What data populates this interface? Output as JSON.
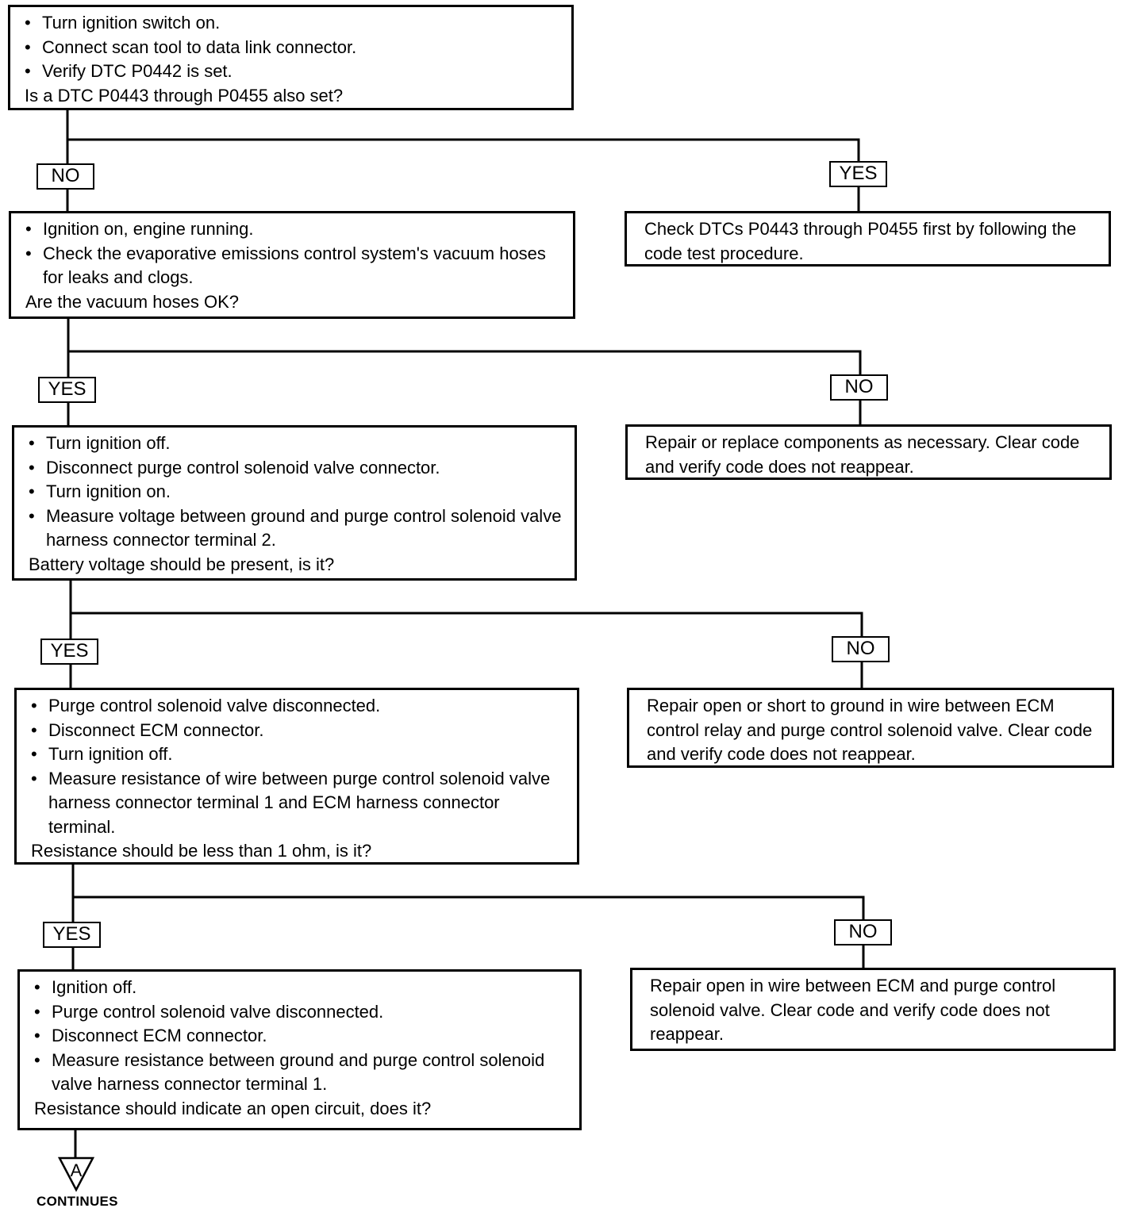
{
  "steps": [
    {
      "bullets": [
        "Turn ignition switch on.",
        "Connect scan tool to data link connector.",
        "Verify DTC P0442 is set."
      ],
      "question": "Is a DTC P0443 through P0455 also set?",
      "branches": {
        "left": "NO",
        "right": "YES"
      },
      "result": "Check DTCs P0443 through P0455 first by following the code test procedure."
    },
    {
      "bullets": [
        "Ignition on, engine running.",
        "Check the evaporative emissions control system's vacuum hoses for leaks and clogs."
      ],
      "question": "Are the vacuum hoses OK?",
      "branches": {
        "left": "YES",
        "right": "NO"
      },
      "result": "Repair or replace components as necessary. Clear code and verify code does not reappear."
    },
    {
      "bullets": [
        "Turn ignition off.",
        "Disconnect purge control solenoid valve connector.",
        "Turn ignition on.",
        "Measure voltage between ground and purge control solenoid valve harness connector terminal 2."
      ],
      "question": "Battery voltage should be present, is it?",
      "branches": {
        "left": "YES",
        "right": "NO"
      },
      "result": "Repair open or short to ground in wire between ECM control relay and purge control solenoid valve. Clear code and verify code does not reappear."
    },
    {
      "bullets": [
        "Purge control solenoid valve disconnected.",
        "Disconnect ECM connector.",
        "Turn ignition off.",
        "Measure resistance of wire between purge control solenoid valve harness connector terminal 1 and ECM harness connector terminal."
      ],
      "question": "Resistance should be less than 1 ohm, is it?",
      "branches": {
        "left": "YES",
        "right": "NO"
      },
      "result": "Repair open in wire between ECM and purge control solenoid valve. Clear code and verify code does not reappear."
    },
    {
      "bullets": [
        "Ignition off.",
        "Purge control solenoid valve disconnected.",
        "Disconnect ECM connector.",
        "Measure resistance between ground and purge control solenoid valve harness connector terminal 1."
      ],
      "question": "Resistance should indicate an open circuit, does it?"
    }
  ],
  "connector": {
    "letter": "A",
    "caption": "CONTINUES"
  }
}
